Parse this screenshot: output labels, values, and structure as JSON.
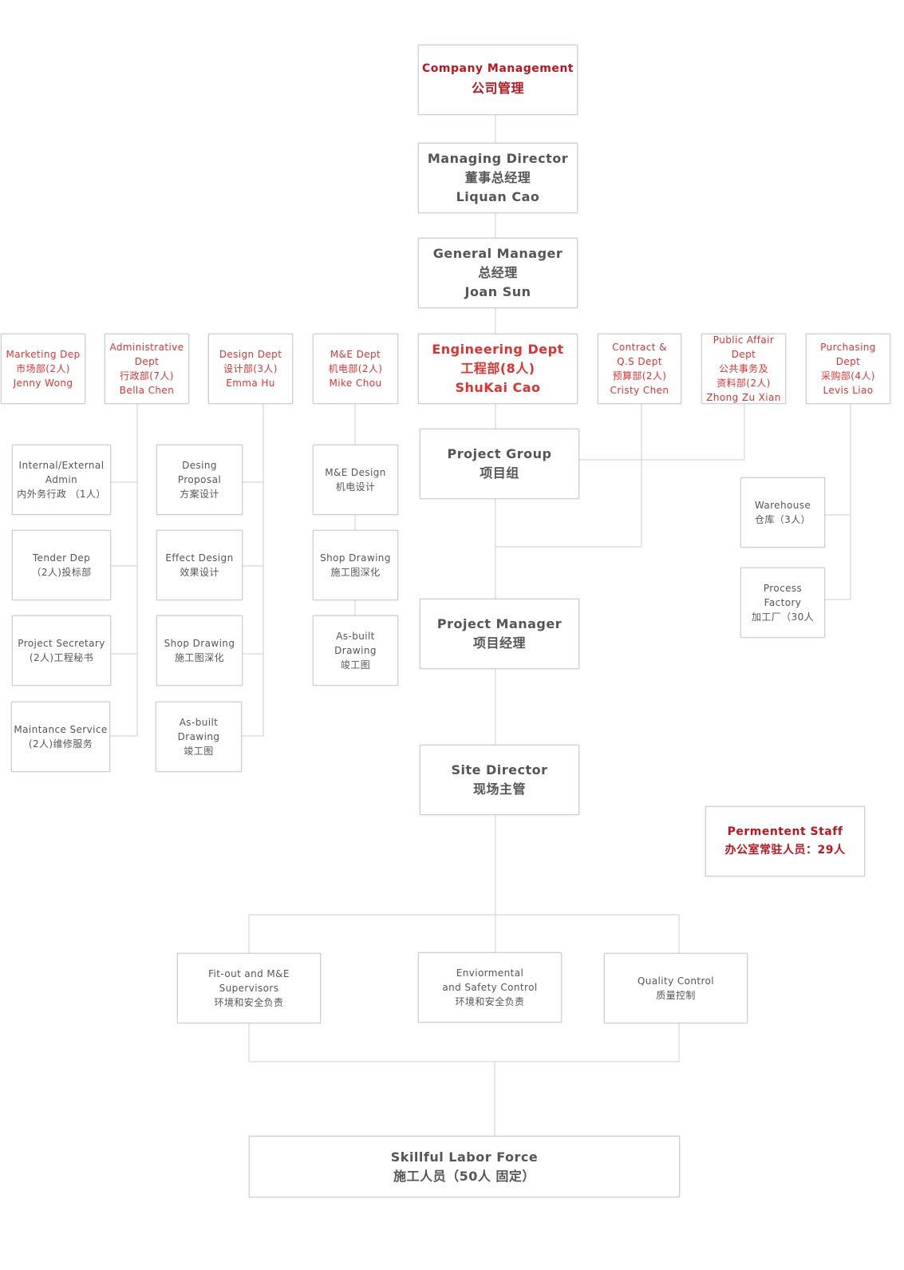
{
  "colors": {
    "line": "#cfcfcf",
    "border": "#cfcfcf",
    "text": "#555555",
    "red": "#e03131",
    "dark_red": "#c0141c"
  },
  "nodes": {
    "company": {
      "lines": [
        "Company Management",
        "公司管理"
      ]
    },
    "md": {
      "lines": [
        "Managing Director",
        "董事总经理",
        "Liquan Cao"
      ]
    },
    "gm": {
      "lines": [
        "General Manager",
        "总经理",
        "Joan Sun"
      ]
    },
    "marketing": {
      "lines": [
        "Marketing Dep",
        "市场部(2人)",
        "Jenny Wong"
      ]
    },
    "admin": {
      "lines": [
        "Administrative",
        "Dept",
        "行政部(7人)",
        "Bella Chen"
      ]
    },
    "design": {
      "lines": [
        "Design Dept",
        "设计部(3人)",
        "Emma Hu"
      ]
    },
    "me": {
      "lines": [
        "M&E Dept",
        "机电部(2人)",
        "Mike Chou"
      ]
    },
    "engineering": {
      "lines": [
        "Engineering Dept",
        "工程部(8人)",
        "ShuKai Cao"
      ]
    },
    "contract": {
      "lines": [
        "Contract &",
        "Q.S Dept",
        "预算部(2人)",
        "Cristy Chen"
      ]
    },
    "public": {
      "lines": [
        "Public Affair",
        "Dept",
        "公共事务及",
        "资料部(2人)",
        "Zhong Zu Xian"
      ]
    },
    "purchasing": {
      "lines": [
        "Purchasing",
        "Dept",
        "采购部(4人)",
        "Levis Liao"
      ]
    },
    "int_admin": {
      "lines": [
        "Internal/External",
        "Admin",
        "内外务行政 （1人）"
      ]
    },
    "tender": {
      "lines": [
        "Tender Dep",
        "（2人)投标部"
      ]
    },
    "secretary": {
      "lines": [
        "Project Secretary",
        "(2人)工程秘书"
      ]
    },
    "maint": {
      "lines": [
        "Maintance Service",
        "(2人)维修服务"
      ]
    },
    "proposal": {
      "lines": [
        "Desing",
        "Proposal",
        "方案设计"
      ]
    },
    "effect": {
      "lines": [
        "Effect Design",
        "效果设计"
      ]
    },
    "shop_d": {
      "lines": [
        "Shop Drawing",
        "施工图深化"
      ]
    },
    "asbuilt_d": {
      "lines": [
        "As-built",
        "Drawing",
        "竣工图"
      ]
    },
    "me_design": {
      "lines": [
        "M&E Design",
        "机电设计"
      ]
    },
    "shop_me": {
      "lines": [
        "Shop Drawing",
        "施工图深化"
      ]
    },
    "asbuilt_me": {
      "lines": [
        "As-built",
        "Drawing",
        "竣工图"
      ]
    },
    "pgroup": {
      "lines": [
        "Project Group",
        "项目组"
      ]
    },
    "warehouse": {
      "lines": [
        "Warehouse",
        "仓库（3人）"
      ]
    },
    "factory": {
      "lines": [
        "Process",
        "Factory",
        "加工厂（30人"
      ]
    },
    "pm": {
      "lines": [
        "Project Manager",
        "项目经理"
      ]
    },
    "site": {
      "lines": [
        "Site Director",
        "现场主管"
      ]
    },
    "perm": {
      "lines": [
        "Permentent Staff",
        "办公室常驻人员：29人"
      ]
    },
    "fitout": {
      "lines": [
        "Fit-out and M&E",
        "Supervisors",
        "环境和安全负责"
      ]
    },
    "env": {
      "lines": [
        "Enviormental",
        "and Safety Control",
        "环境和安全负责"
      ]
    },
    "quality": {
      "lines": [
        "Quality Control",
        "质量控制"
      ]
    },
    "labor": {
      "lines": [
        "Skillful Labor Force",
        "施工人员（50人 固定）"
      ]
    }
  }
}
